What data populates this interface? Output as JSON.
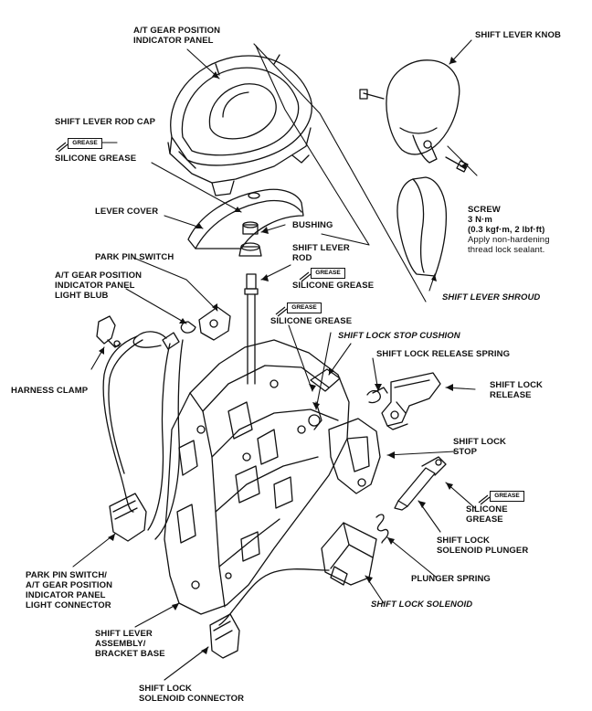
{
  "labels": {
    "at_panel": [
      "A/T GEAR POSITION",
      "INDICATOR PANEL"
    ],
    "knob": "SHIFT LEVER KNOB",
    "rod_cap": "SHIFT LEVER ROD CAP",
    "grease_top": "SILICONE GREASE",
    "screw": [
      "SCREW",
      "3 N·m",
      "(0.3 kgf·m, 2 lbf·ft)",
      "Apply non-hardening",
      "thread lock sealant."
    ],
    "lever_cover": "LEVER COVER",
    "bushing": "BUSHING",
    "park_pin": "PARK PIN SWITCH",
    "rod": [
      "SHIFT LEVER",
      "ROD"
    ],
    "shroud": "SHIFT LEVER SHROUD",
    "light_bulb": [
      "A/T GEAR POSITION",
      "INDICATOR PANEL",
      "LIGHT BLUB"
    ],
    "grease_rod": "SILICONE GREASE",
    "grease_mid": "SILICONE GREASE",
    "cushion": "SHIFT LOCK STOP CUSHION",
    "release_spring": "SHIFT LOCK RELEASE SPRING",
    "harness_clamp": "HARNESS CLAMP",
    "release": [
      "SHIFT LOCK",
      "RELEASE"
    ],
    "stop": [
      "SHIFT LOCK",
      "STOP"
    ],
    "grease_plunger": [
      "SILICONE",
      "GREASE"
    ],
    "plunger": [
      "SHIFT LOCK",
      "SOLENOID PLUNGER"
    ],
    "connector_pp": [
      "PARK PIN SWITCH/",
      "A/T GEAR POSITION",
      "INDICATOR PANEL",
      "LIGHT CONNECTOR"
    ],
    "plunger_spring": "PLUNGER SPRING",
    "solenoid": "SHIFT LOCK SOLENOID",
    "bracket": [
      "SHIFT LEVER",
      "ASSEMBLY/",
      "BRACKET BASE"
    ],
    "solenoid_conn": [
      "SHIFT LOCK",
      "SOLENOID CONNECTOR"
    ]
  },
  "grease_tag_text": "GREASE"
}
